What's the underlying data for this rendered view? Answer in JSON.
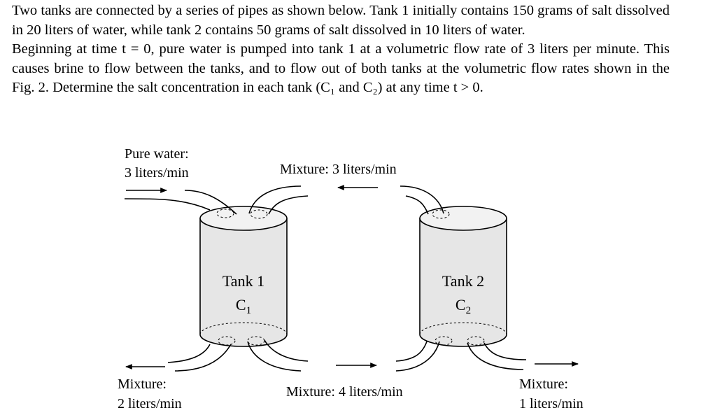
{
  "problem": {
    "paragraph1": "Two tanks are connected by a series of pipes as shown below. Tank 1 initially contains 150 grams of salt dissolved in 20 liters of water, while tank 2 contains 50 grams of salt dissolved in 10 liters of water.",
    "paragraph2": "Beginning at time t = 0, pure water is pumped into tank 1 at a volumetric flow rate of 3 liters per minute. This causes brine to flow between the tanks, and to flow out of both tanks at the volumetric flow rates shown in the Fig. 2. Determine the salt concentration in each tank (C₁ and C₂) at any time t > 0."
  },
  "diagram": {
    "inflow": {
      "line1": "Pure water:",
      "line2": "3 liters/min"
    },
    "top_transfer": "Mixture: 3 liters/min",
    "bottom_transfer": "Mixture: 4 liters/min",
    "outflow_left": {
      "line1": "Mixture:",
      "line2": "2 liters/min"
    },
    "outflow_right": {
      "line1": "Mixture:",
      "line2": "1 liters/min"
    },
    "tank1": {
      "name": "Tank 1",
      "var": "C",
      "sub": "1"
    },
    "tank2": {
      "name": "Tank 2",
      "var": "C",
      "sub": "2"
    }
  }
}
